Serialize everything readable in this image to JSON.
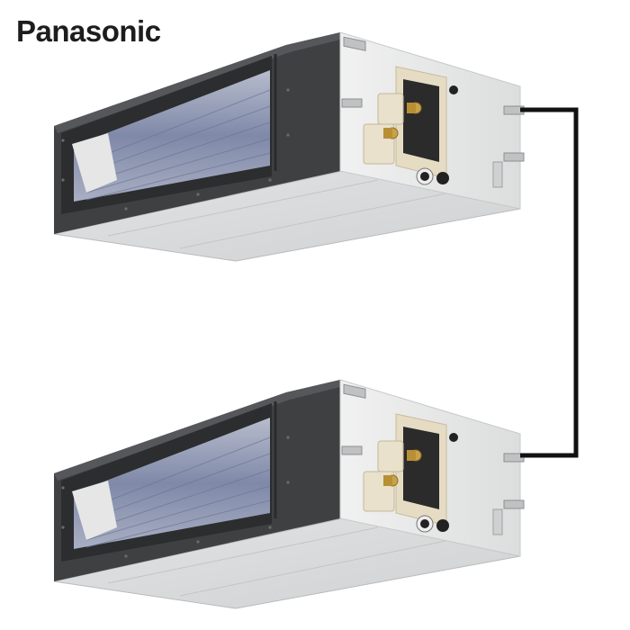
{
  "brand": {
    "name": "Panasonic"
  },
  "colors": {
    "housing_dark": "#3c3d3f",
    "housing_top": "#4a4b4d",
    "panel_light": "#e9eaeb",
    "bottom_panel": "#d9dbdc",
    "coil_blue": "#8f98b4",
    "connector_cream": "#e6dcc4",
    "brass": "#c8a24a",
    "cable": "#111111"
  },
  "units": [
    {
      "name": "upper-indoor-unit"
    },
    {
      "name": "lower-indoor-unit"
    }
  ]
}
